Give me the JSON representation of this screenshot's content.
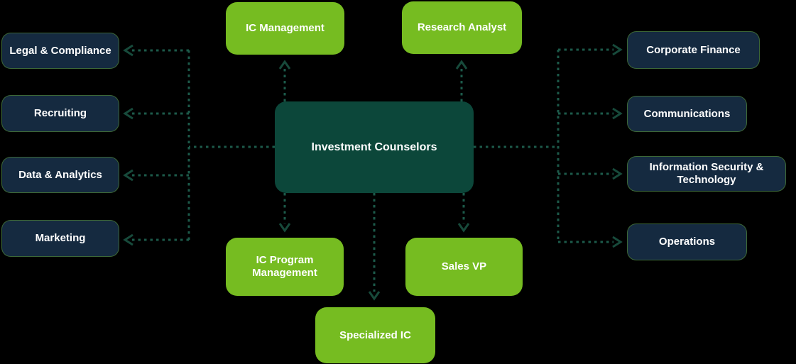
{
  "diagram": {
    "title": "Investment Counselors organization relationship diagram",
    "colors": {
      "background": "#000000",
      "center_box": "#0c473a",
      "green_box": "#76bc21",
      "navy_box": "#152a40",
      "connector_line": "#1c5a4a",
      "arrowhead": "#174a3b",
      "text": "#ffffff"
    },
    "center": {
      "label": "Investment Counselors"
    },
    "top": [
      {
        "label": "IC Management"
      },
      {
        "label": "Research Analyst"
      }
    ],
    "bottom": [
      {
        "label": "IC Program Management"
      },
      {
        "label": "Sales VP"
      },
      {
        "label": "Specialized IC"
      }
    ],
    "left": [
      {
        "label": "Legal & Compliance"
      },
      {
        "label": "Recruiting"
      },
      {
        "label": "Data & Analytics"
      },
      {
        "label": "Marketing"
      }
    ],
    "right": [
      {
        "label": "Corporate Finance"
      },
      {
        "label": "Communications"
      },
      {
        "label": "Information Security & Technology"
      },
      {
        "label": "Operations"
      }
    ]
  }
}
